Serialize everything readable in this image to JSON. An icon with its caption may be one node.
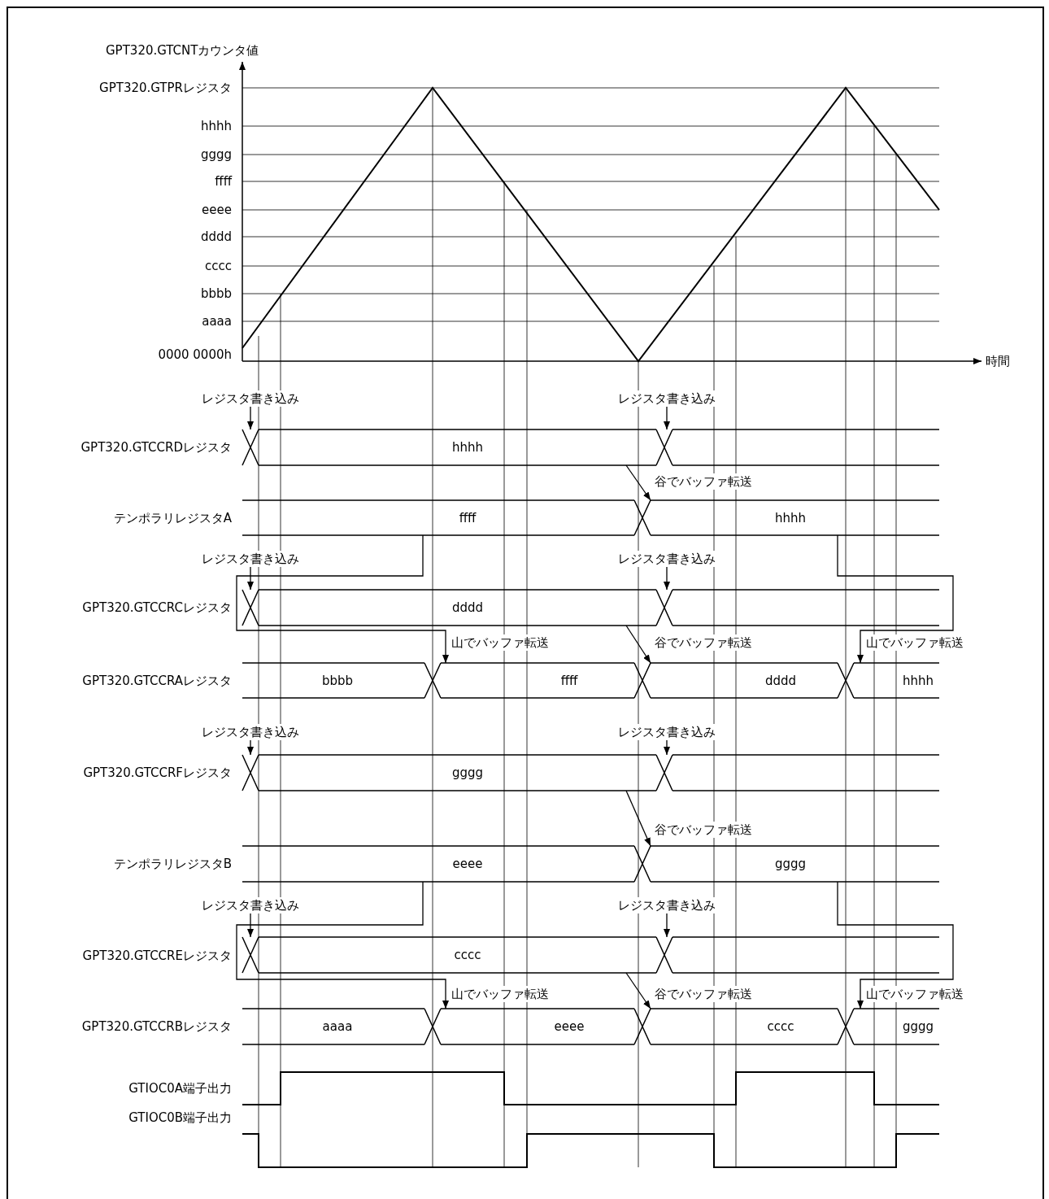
{
  "diagram": {
    "nodes": [
      {
        "text": [
          "レジスタ書き込み"
        ]
      },
      {
        "text": [
          "レジスタ書き込み"
        ]
      },
      {
        "text": [
          "hhhh"
        ]
      },
      {
        "text": [],
        "shape": "bar"
      },
      {
        "text": [
          "ffff"
        ]
      },
      {
        "text": [
          "hhhh"
        ]
      },
      {
        "text": [
          "レジスタ書き込み"
        ]
      },
      {
        "text": [
          "レジスタ書き込み"
        ]
      },
      {
        "text": [
          "dddd"
        ]
      },
      {
        "text": [],
        "shape": "bar"
      },
      {
        "text": [
          "bbbb"
        ]
      },
      {
        "text": [
          "ffff"
        ]
      },
      {
        "text": [
          "dddd"
        ]
      },
      {
        "text": [
          "hhhh"
        ]
      },
      {
        "text": [
          "レジスタ書き込み"
        ]
      },
      {
        "text": [
          "レジスタ書き込み"
        ]
      },
      {
        "text": [
          "gggg"
        ]
      },
      {
        "text": [],
        "shape": "bar"
      },
      {
        "text": [
          "eeee"
        ]
      },
      {
        "text": [
          "gggg"
        ]
      },
      {
        "text": [
          "レジスタ書き込み"
        ]
      },
      {
        "text": [
          "レジスタ書き込み"
        ]
      },
      {
        "text": [
          "cccc"
        ]
      },
      {
        "text": [],
        "shape": "bar"
      },
      {
        "text": [
          "aaaa"
        ]
      },
      {
        "text": [
          "eeee"
        ]
      },
      {
        "text": [
          "cccc"
        ]
      },
      {
        "text": [
          "gggg"
        ]
      }
    ],
    "edges": [
      {
        "from": 0,
        "to": 2,
        "arrow": "to"
      },
      {
        "from": 1,
        "to": 3,
        "arrow": "to"
      },
      {
        "from": 2,
        "to": 5,
        "arrow": "to",
        "label": "谷でバッファ転送"
      },
      {
        "from": 6,
        "to": 8,
        "arrow": "to"
      },
      {
        "from": 7,
        "to": 9,
        "arrow": "to"
      },
      {
        "from": 4,
        "to": 11,
        "arrow": "to",
        "label": "山でバッファ転送"
      },
      {
        "from": 8,
        "to": 12,
        "arrow": "to",
        "label": "谷でバッファ転送"
      },
      {
        "from": 5,
        "to": 13,
        "arrow": "to",
        "label": "山でバッファ転送"
      },
      {
        "from": 14,
        "to": 16,
        "arrow": "to"
      },
      {
        "from": 15,
        "to": 17,
        "arrow": "to"
      },
      {
        "from": 16,
        "to": 19,
        "arrow": "to",
        "label": "谷でバッファ転送"
      },
      {
        "from": 20,
        "to": 22,
        "arrow": "to"
      },
      {
        "from": 21,
        "to": 23,
        "arrow": "to"
      },
      {
        "from": 18,
        "to": 25,
        "arrow": "to",
        "label": "山でバッファ転送"
      },
      {
        "from": 22,
        "to": 26,
        "arrow": "to",
        "label": "谷でバッファ転送"
      },
      {
        "from": 19,
        "to": 27,
        "arrow": "to",
        "label": "山でバッファ転送"
      }
    ],
    "labels": [
      "GPT320.GTCNTカウンタ値",
      "GPT320.GTPRレジスタ",
      "hhhh",
      "gggg",
      "ffff",
      "eeee",
      "dddd",
      "cccc",
      "bbbb",
      "aaaa",
      "0000 0000h",
      "時間",
      "GPT320.GTCCRDレジスタ",
      "テンポラリレジスタA",
      "GPT320.GTCCRCレジスタ",
      "GPT320.GTCCRAレジスタ",
      "GPT320.GTCCRFレジスタ",
      "テンポラリレジスタB",
      "GPT320.GTCCREレジスタ",
      "GPT320.GTCCRBレジスタ",
      "GTIOC0A端子出力",
      "GTIOC0B端子出力"
    ]
  }
}
